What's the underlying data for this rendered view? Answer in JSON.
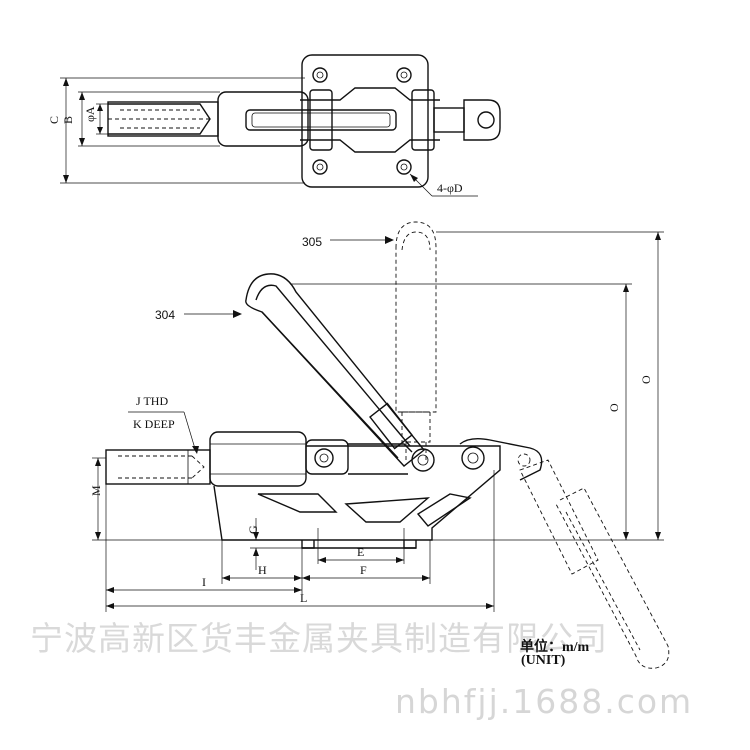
{
  "labels": {
    "dim_c": "C",
    "dim_b": "B",
    "dim_phi_a": "φA",
    "holes": "4-φD",
    "part_305": "305",
    "part_304": "304",
    "thread": "J THD",
    "deep": "K DEEP",
    "dim_m": "M",
    "dim_g": "G",
    "dim_e": "E",
    "dim_f": "F",
    "dim_h": "H",
    "dim_i": "I",
    "dim_l": "L",
    "dim_o1": "O",
    "dim_o2": "O"
  },
  "unit": {
    "cn": "单位：m/m",
    "en": "(UNIT)"
  },
  "watermark": {
    "company": "宁波高新区货丰金属夹具制造有限公司",
    "site": "nbhfjj.1688.com"
  }
}
